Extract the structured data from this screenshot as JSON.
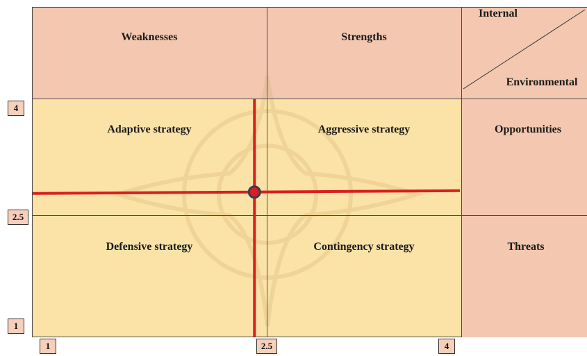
{
  "headers": {
    "weaknesses": "Weaknesses",
    "strengths": "Strengths",
    "internal": "Internal",
    "environmental": "Environmental",
    "opportunities": "Opportunities",
    "threats": "Threats"
  },
  "quadrants": {
    "adaptive": "Adaptive strategy",
    "aggressive": "Aggressive strategy",
    "defensive": "Defensive strategy",
    "contingency": "Contingency strategy"
  },
  "y_ticks": [
    "4",
    "2.5",
    "1"
  ],
  "x_ticks": [
    "1",
    "2.5",
    "4"
  ],
  "position_point": {
    "x": 2.55,
    "y": 2.83
  },
  "colors": {
    "peach": "#f3c7b0",
    "yellow": "#fbe3a8",
    "axis_red": "#d81e1e"
  }
}
